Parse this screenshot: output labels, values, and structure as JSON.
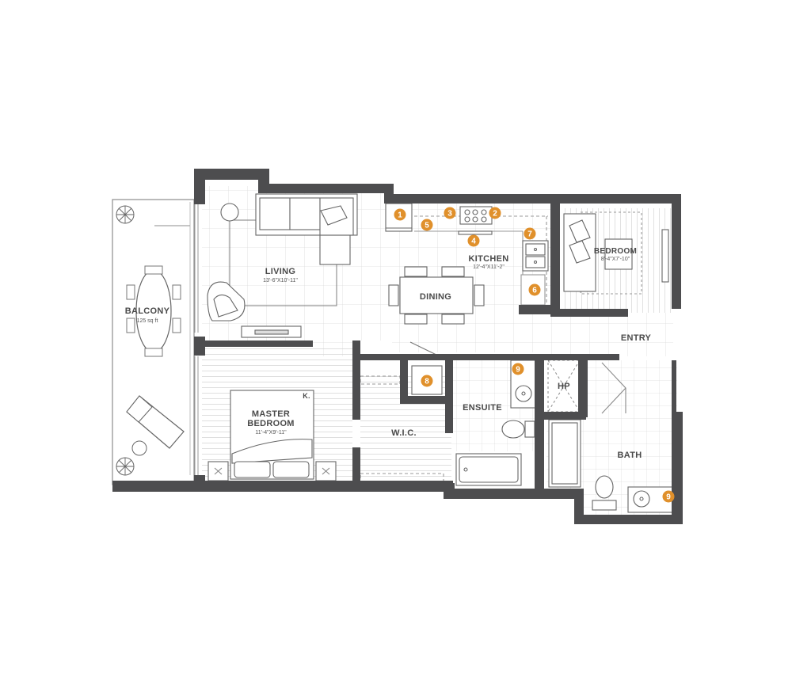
{
  "colors": {
    "wall": "#4d4d4f",
    "line": "#8c8c8c",
    "tile": "#d9d9d9",
    "marker": "#e0902b",
    "background": "#ffffff"
  },
  "rooms": {
    "living": {
      "name": "LIVING",
      "dims": "13'-6\"X10'-11\""
    },
    "balcony": {
      "name": "BALCONY",
      "dims": "125 sq ft"
    },
    "dining": {
      "name": "DINING"
    },
    "kitchen": {
      "name": "KITCHEN",
      "dims": "12'-4\"X11'-2\""
    },
    "bedroom": {
      "name": "BEDROOM",
      "dims": "8'-4\"X7'-10\""
    },
    "master": {
      "name_line1": "MASTER",
      "name_line2": "BEDROOM",
      "dims": "11'-4\"X9'-11\""
    },
    "entry": {
      "name": "ENTRY"
    },
    "wic": {
      "name": "W.I.C."
    },
    "ensuite": {
      "name": "ENSUITE"
    },
    "hp": {
      "name": "HP"
    },
    "bath": {
      "name": "BATH"
    }
  },
  "closet_mark": "K.",
  "markers": [
    {
      "num": "1",
      "location": "kitchen"
    },
    {
      "num": "2",
      "location": "kitchen"
    },
    {
      "num": "3",
      "location": "kitchen"
    },
    {
      "num": "4",
      "location": "kitchen"
    },
    {
      "num": "5",
      "location": "kitchen"
    },
    {
      "num": "6",
      "location": "kitchen"
    },
    {
      "num": "7",
      "location": "kitchen"
    },
    {
      "num": "8",
      "location": "wic"
    },
    {
      "num": "9",
      "location": "ensuite"
    },
    {
      "num": "9",
      "location": "bath"
    }
  ]
}
